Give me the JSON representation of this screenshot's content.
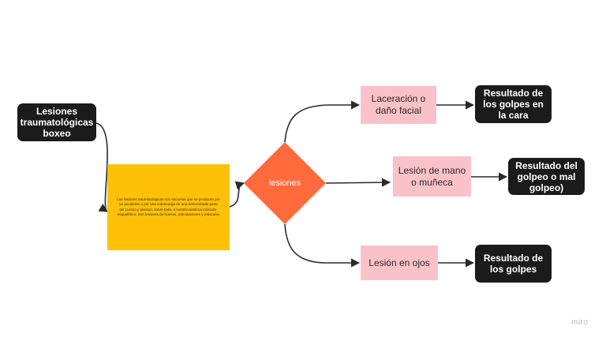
{
  "nodes": {
    "main_title": "Lesiones traumatológicas boxeo",
    "definition": "Las lesiones traumatológicas son secuelas que se producen por un accidente o por una sobrecarga de una determinada parte del cuerpo y afectan, sobre todo, a nuestro sistema músculo-esquelético. Son lesiones de huesos, articulaciones y músculos",
    "decision": "lesiones",
    "branch_top": "Laceración o daño facial",
    "branch_middle": "Lesión de mano o muñeca",
    "branch_bottom": "Lesión en ojos",
    "result_top": "Resultado de los golpes en la cara",
    "result_middle": "Resultado del golpeo o mal golpeo)",
    "result_bottom": "Resultado de los golpes"
  },
  "colors": {
    "dark_node": "#1b1b1b",
    "pink_node": "#f9c2c8",
    "yellow_node": "#ffc107",
    "diamond": "#fe6a3c",
    "connector": "#2b2b2b"
  },
  "watermark": "miro"
}
